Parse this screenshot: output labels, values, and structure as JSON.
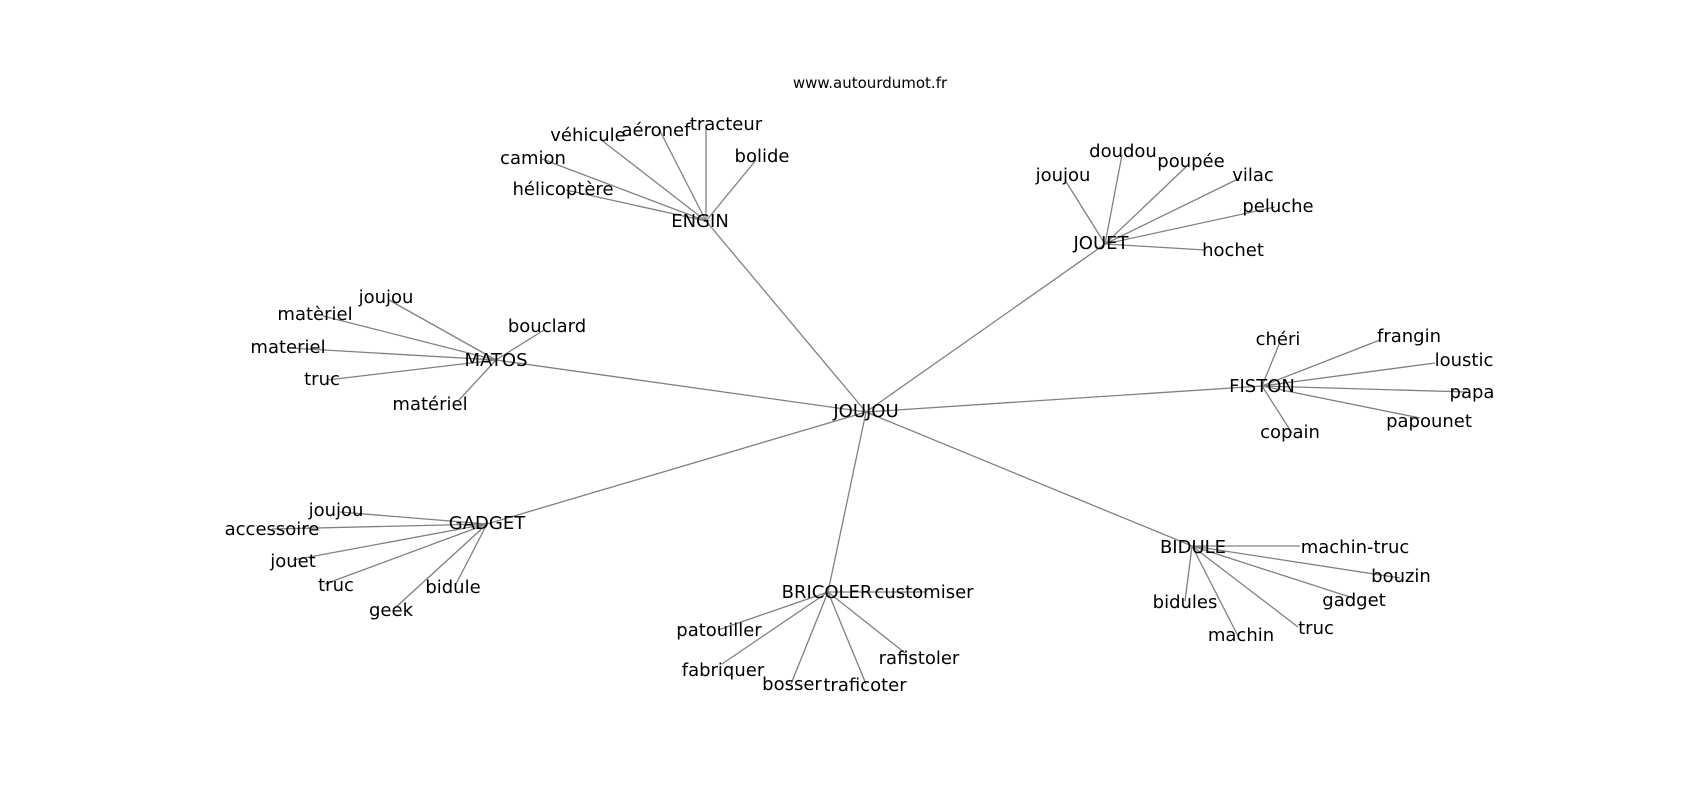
{
  "source": "www.autourdumot.fr",
  "root": "JOUJOU",
  "groups": [
    {
      "id": "engin",
      "label": "ENGIN",
      "children": [
        "véhicule",
        "aéronef",
        "tracteur",
        "camion",
        "bolide",
        "hélicoptère"
      ]
    },
    {
      "id": "jouet",
      "label": "JOUET",
      "children": [
        "doudou",
        "poupée",
        "joujou",
        "vilac",
        "peluche",
        "hochet"
      ]
    },
    {
      "id": "matos",
      "label": "MATOS",
      "children": [
        "joujou",
        "matèriel",
        "bouclard",
        "materiel",
        "truc",
        "matériel"
      ]
    },
    {
      "id": "fiston",
      "label": "FISTON",
      "children": [
        "chéri",
        "frangin",
        "loustic",
        "papa",
        "papounet",
        "copain"
      ]
    },
    {
      "id": "gadget",
      "label": "GADGET",
      "children": [
        "joujou",
        "accessoire",
        "jouet",
        "truc",
        "bidule",
        "geek"
      ]
    },
    {
      "id": "bidule",
      "label": "BIDULE",
      "children": [
        "machin-truc",
        "bouzin",
        "gadget",
        "truc",
        "bidules",
        "machin"
      ]
    },
    {
      "id": "bricoler",
      "label": "BRICOLER",
      "children": [
        "customiser",
        "patouiller",
        "fabriquer",
        "rafistoler",
        "bosser",
        "traficoter"
      ]
    }
  ]
}
